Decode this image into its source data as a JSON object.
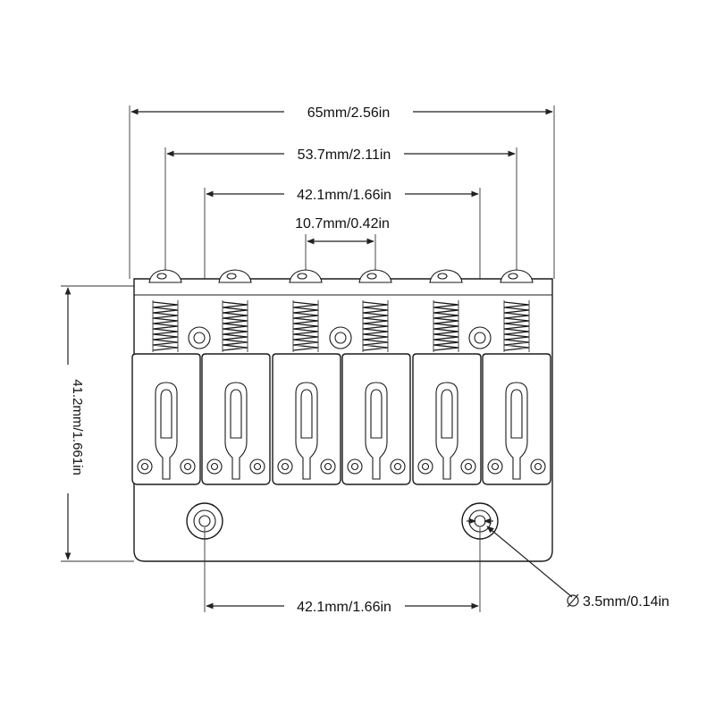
{
  "dimensions": {
    "overall_width": "65mm/2.56in",
    "outer_string_spacing": "53.7mm/2.11in",
    "inner_spacing": "42.1mm/1.66in",
    "string_spacing": "10.7mm/0.42in",
    "height": "41.2mm/1.661in",
    "mount_hole_spacing": "42.1mm/1.66in",
    "hole_diameter": "3.5mm/0.14in"
  },
  "colors": {
    "line": "#222222",
    "background": "#ffffff"
  }
}
